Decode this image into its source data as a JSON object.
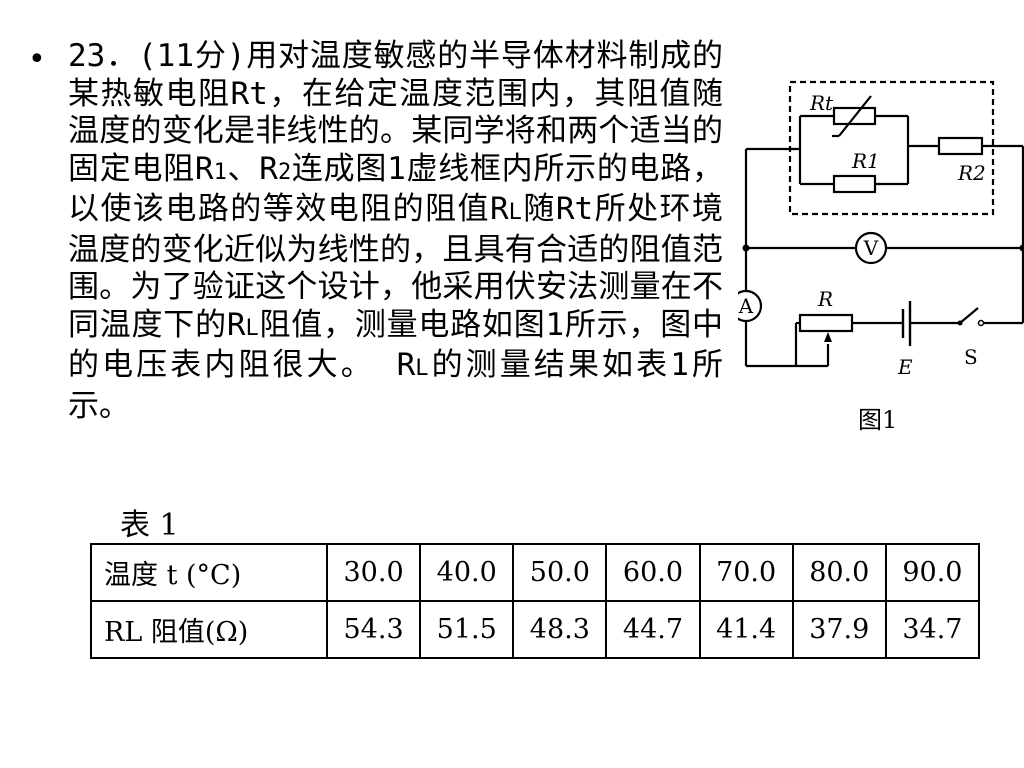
{
  "slide": {
    "bullet": "•",
    "question_parts": [
      "23．(11分)用对温度敏感的半导体材料制成的某热敏电阻Rt，在给定温度范围内，其阻值随温度的变化是非线性的。某同学将和两个适当的固定电阻R",
      "1",
      "、R",
      "2",
      "连成图1虚线框内所示的电路，以使该电路的等效电阻的阻值R",
      "L",
      "随Rt所处环境温度的变化近似为线性的，且具有合适的阻值范围。为了验证这个设计，他采用伏安法测量在不同温度下的R",
      "L",
      "阻值，测量电路如图1所示，图中的电压表内阻很大。 R",
      "L",
      "的测量结果如表1所示。"
    ]
  },
  "table": {
    "caption": "表 1",
    "row1_label": "温度 t (°C)",
    "row2_label": "RL 阻值(Ω)",
    "temperatures": [
      "30.0",
      "40.0",
      "50.0",
      "60.0",
      "70.0",
      "80.0",
      "90.0"
    ],
    "resistances": [
      "54.3",
      "51.5",
      "48.3",
      "44.7",
      "41.4",
      "37.9",
      "34.7"
    ]
  },
  "figure": {
    "caption": "图1",
    "labels": {
      "rt": "Rt",
      "r1": "R1",
      "r2": "R2",
      "voltmeter": "V",
      "ammeter": "A",
      "rheostat": "R",
      "battery": "E",
      "switch": "S"
    }
  }
}
